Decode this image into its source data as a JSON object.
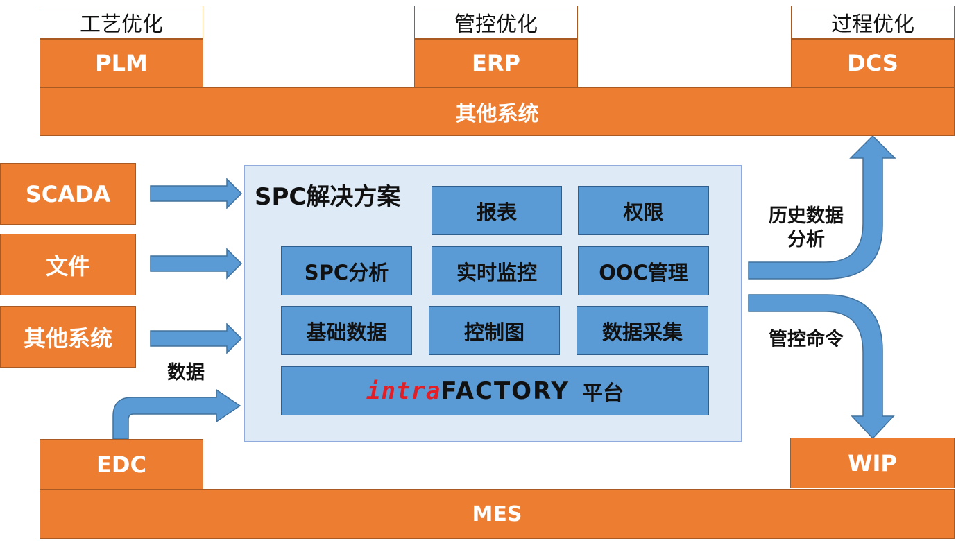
{
  "top": {
    "systems": [
      {
        "label": "PLM",
        "caption": "工艺优化"
      },
      {
        "label": "ERP",
        "caption": "管控优化"
      },
      {
        "label": "DCS",
        "caption": "过程优化"
      }
    ],
    "bar_label": "其他系统"
  },
  "left_sources": [
    "SCADA",
    "文件",
    "其他系统"
  ],
  "solution": {
    "title": "SPC解决方案",
    "modules": {
      "row1": [
        "报表",
        "权限"
      ],
      "row2": [
        "SPC分析",
        "实时监控",
        "OOC管理"
      ],
      "row3": [
        "基础数据",
        "控制图",
        "数据采集"
      ]
    },
    "platform": {
      "brand_prefix": "intra",
      "brand_main": "FACTORY",
      "suffix": "平台"
    }
  },
  "right_flows": {
    "up_label": "历史数据\n分析",
    "down_label": "管控命令"
  },
  "bottom": {
    "edc_label": "EDC",
    "edc_flow_label": "数据",
    "wip_label": "WIP",
    "bar_label": "MES"
  },
  "colors": {
    "orange": "#ed7d31",
    "blue_module": "#5b9bd5",
    "panel": "#deebf7",
    "arrow": "#5b9bd5"
  }
}
